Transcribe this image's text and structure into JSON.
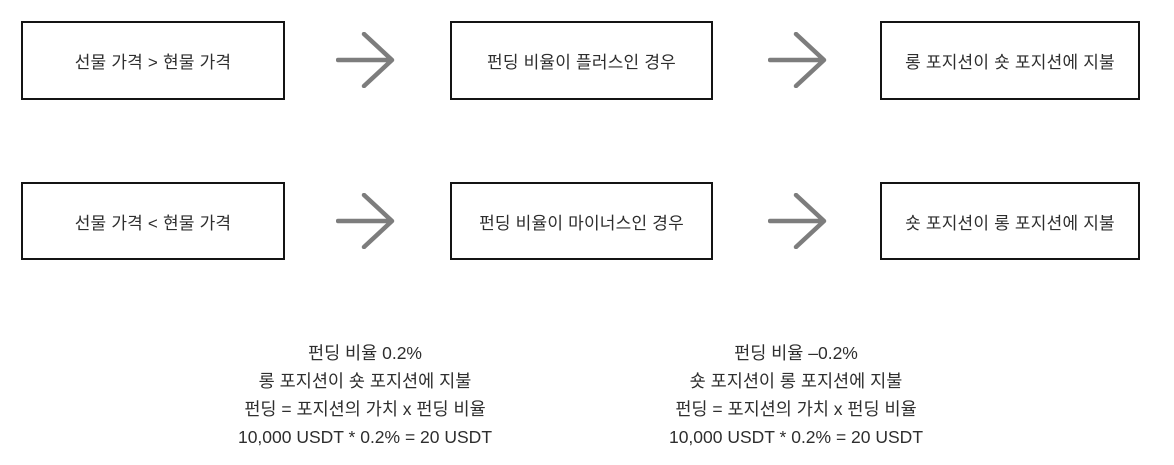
{
  "colors": {
    "background": "#ffffff",
    "border": "#141414",
    "text": "#2e2e2e",
    "arrow": "#7d7d7d"
  },
  "flow_rows": [
    {
      "condition": "선물 가격 > 현물 가격",
      "result": "펀딩 비율이 플러스인 경우",
      "outcome": "롱 포지션이 숏 포지션에 지불"
    },
    {
      "condition": "선물 가격 < 현물 가격",
      "result": "펀딩 비율이 마이너스인 경우",
      "outcome": "숏 포지션이 롱 포지션에 지불"
    }
  ],
  "examples": [
    {
      "lines": [
        "펀딩 비율 0.2%",
        "롱 포지션이 숏 포지션에 지불",
        "펀딩 = 포지션의 가치 x 펀딩 비율",
        "10,000 USDT * 0.2% = 20 USDT"
      ]
    },
    {
      "lines": [
        "펀딩 비율 –0.2%",
        "숏 포지션이 롱 포지션에 지불",
        "펀딩 = 포지션의 가치 x 펀딩 비율",
        "10,000 USDT * 0.2% = 20 USDT"
      ]
    }
  ]
}
